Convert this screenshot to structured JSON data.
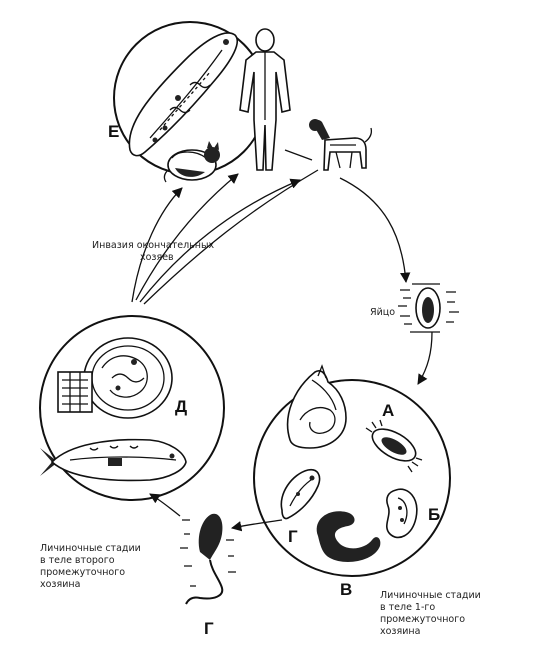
{
  "labels": {
    "E": "Е",
    "A": "А",
    "B": "Б",
    "V": "В",
    "G_inner": "Г",
    "G_bottom": "Г",
    "D": "Д"
  },
  "texts": {
    "invasion_line1": "Инвазия окончательных",
    "invasion_line2": "хозяев",
    "egg": "Яйцо",
    "second_host_line1": "Личиночные стадии",
    "second_host_line2": "в теле второго",
    "second_host_line3": "промежуточного",
    "second_host_line4": "хозяина",
    "first_host_line1": "Личиночные стадии",
    "first_host_line2": "в теле 1-го",
    "first_host_line3": "промежуточного",
    "first_host_line4": "хозяина"
  },
  "colors": {
    "ink": "#111111",
    "background": "#ffffff"
  },
  "icons": {
    "fluke": "adult-fluke-icon",
    "human": "human-host-icon",
    "cat": "cat-host-icon",
    "dog": "dog-host-icon",
    "egg": "egg-icon",
    "snail": "snail-icon",
    "miracidium": "miracidium-icon",
    "sporocyst": "sporocyst-icon",
    "redia": "redia-icon",
    "cercaria": "cercaria-icon",
    "fish": "fish-icon",
    "metacercaria": "metacercaria-cyst-icon"
  }
}
